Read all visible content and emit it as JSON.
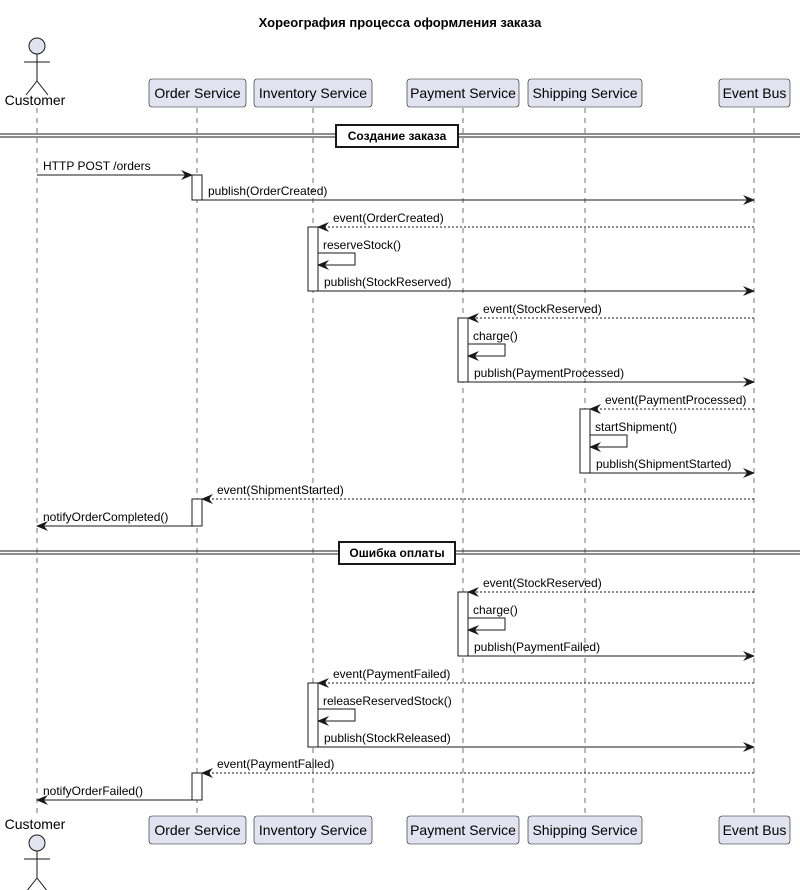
{
  "title": "Хореография процесса оформления заказа",
  "colors": {
    "box_fill": "#e2e2f0",
    "box_stroke": "#181818",
    "line": "#181818",
    "lifeline": "#181818",
    "activation_fill": "#ffffff",
    "background": "#ffffff"
  },
  "participants": [
    {
      "id": "customer",
      "label": "Customer",
      "kind": "actor"
    },
    {
      "id": "order",
      "label": "Order Service",
      "kind": "box"
    },
    {
      "id": "inventory",
      "label": "Inventory Service",
      "kind": "box"
    },
    {
      "id": "payment",
      "label": "Payment Service",
      "kind": "box"
    },
    {
      "id": "shipping",
      "label": "Shipping Service",
      "kind": "box"
    },
    {
      "id": "bus",
      "label": "Event Bus",
      "kind": "box"
    }
  ],
  "sections": [
    {
      "label": "Создание заказа"
    },
    {
      "label": "Ошибка оплаты"
    }
  ],
  "messages": [
    {
      "from": "customer",
      "to": "order",
      "label": "HTTP POST /orders",
      "style": "solid"
    },
    {
      "from": "order",
      "to": "bus",
      "label": "publish(OrderCreated)",
      "style": "solid"
    },
    {
      "from": "bus",
      "to": "inventory",
      "label": "event(OrderCreated)",
      "style": "dashed"
    },
    {
      "from": "inventory",
      "to": "inventory",
      "label": "reserveStock()",
      "style": "self"
    },
    {
      "from": "inventory",
      "to": "bus",
      "label": "publish(StockReserved)",
      "style": "solid"
    },
    {
      "from": "bus",
      "to": "payment",
      "label": "event(StockReserved)",
      "style": "dashed"
    },
    {
      "from": "payment",
      "to": "payment",
      "label": "charge()",
      "style": "self"
    },
    {
      "from": "payment",
      "to": "bus",
      "label": "publish(PaymentProcessed)",
      "style": "solid"
    },
    {
      "from": "bus",
      "to": "shipping",
      "label": "event(PaymentProcessed)",
      "style": "dashed"
    },
    {
      "from": "shipping",
      "to": "shipping",
      "label": "startShipment()",
      "style": "self"
    },
    {
      "from": "shipping",
      "to": "bus",
      "label": "publish(ShipmentStarted)",
      "style": "solid"
    },
    {
      "from": "bus",
      "to": "order",
      "label": "event(ShipmentStarted)",
      "style": "dashed"
    },
    {
      "from": "order",
      "to": "customer",
      "label": "notifyOrderCompleted()",
      "style": "solid"
    },
    {
      "from": "bus",
      "to": "payment",
      "label": "event(StockReserved)",
      "style": "dashed"
    },
    {
      "from": "payment",
      "to": "payment",
      "label": "charge()",
      "style": "self"
    },
    {
      "from": "payment",
      "to": "bus",
      "label": "publish(PaymentFailed)",
      "style": "solid"
    },
    {
      "from": "bus",
      "to": "inventory",
      "label": "event(PaymentFailed)",
      "style": "dashed"
    },
    {
      "from": "inventory",
      "to": "inventory",
      "label": "releaseReservedStock()",
      "style": "self"
    },
    {
      "from": "inventory",
      "to": "bus",
      "label": "publish(StockReleased)",
      "style": "solid"
    },
    {
      "from": "bus",
      "to": "order",
      "label": "event(PaymentFailed)",
      "style": "dashed"
    },
    {
      "from": "order",
      "to": "customer",
      "label": "notifyOrderFailed()",
      "style": "solid"
    }
  ]
}
